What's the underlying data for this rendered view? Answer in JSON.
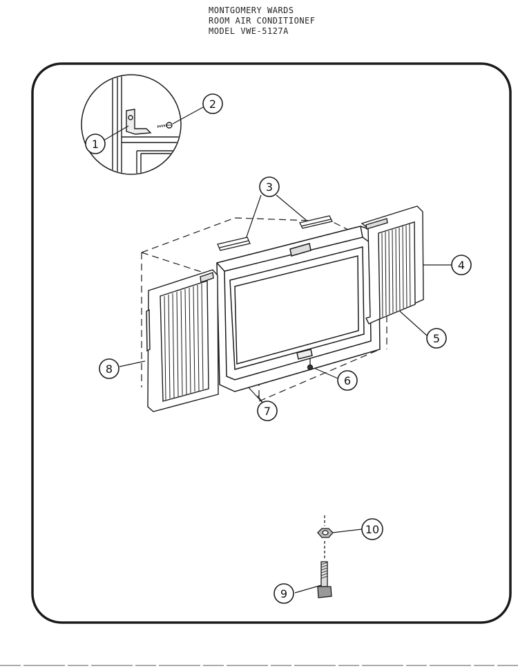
{
  "header": {
    "line1": "MONTGOMERY WARDS",
    "line2": "ROOM AIR CONDITIONEF",
    "line3": "MODEL VWE-5127A"
  },
  "callouts": {
    "c1": "1",
    "c2": "2",
    "c3": "3",
    "c4": "4",
    "c5": "5",
    "c6": "6",
    "c7": "7",
    "c8": "8",
    "c9": "9",
    "c10": "10"
  },
  "colors": {
    "ink": "#1a1a1a",
    "paper": "#ffffff"
  }
}
